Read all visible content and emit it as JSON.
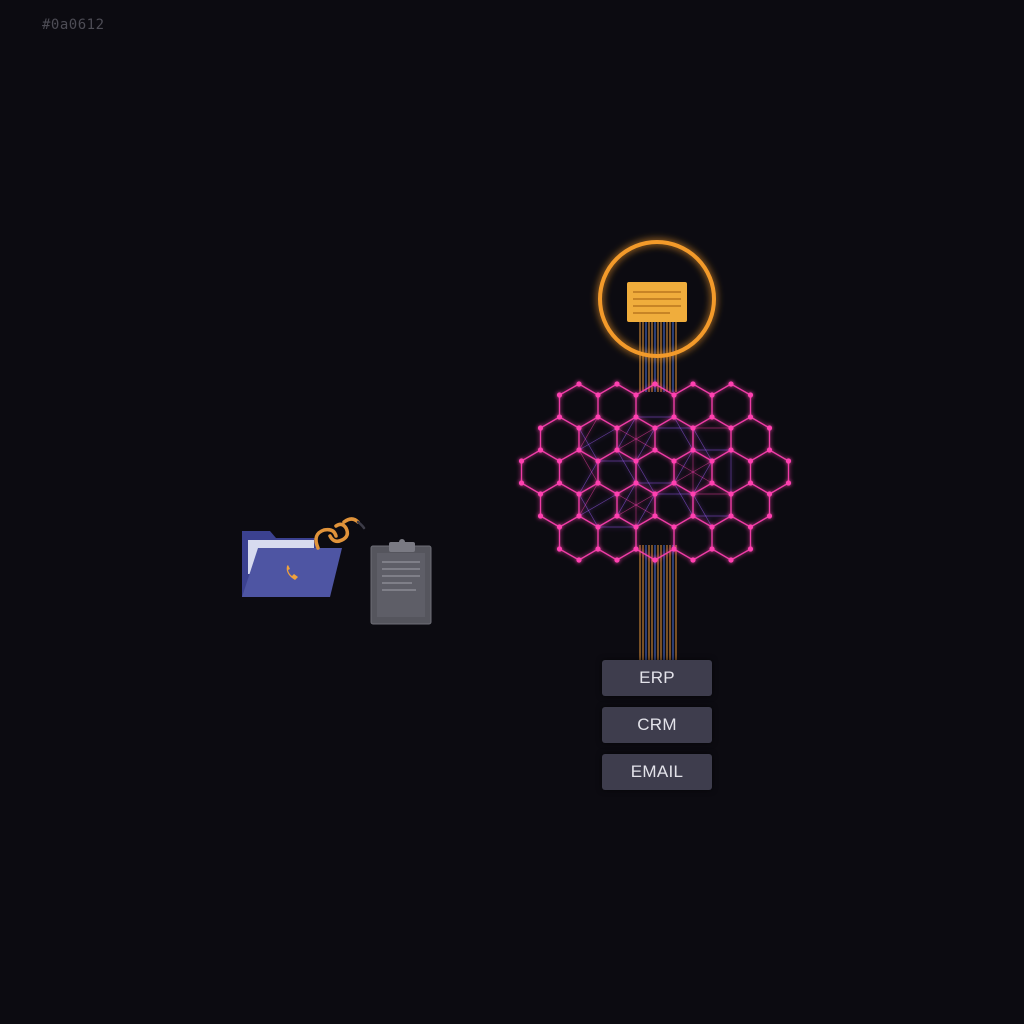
{
  "corner_code": "#0a0612",
  "systems": [
    "ERP",
    "CRM",
    "EMAIL"
  ],
  "icons": {
    "hub": "document-icon",
    "network": "neural-network-icon",
    "folder": "folder-phone-icon",
    "clipboard": "clipboard-icon",
    "connector": "chain-link-icon"
  },
  "colors": {
    "background": "#0c0b11",
    "hub_ring": "#f39a2c",
    "hub_document": "#f0ad3c",
    "network": "#ff3fb0",
    "line_orange": "#e0933a",
    "line_blue": "#4a70d6",
    "folder": "#4e55a3",
    "clipboard": "#55555d",
    "system_box": "#3e3d4d"
  }
}
